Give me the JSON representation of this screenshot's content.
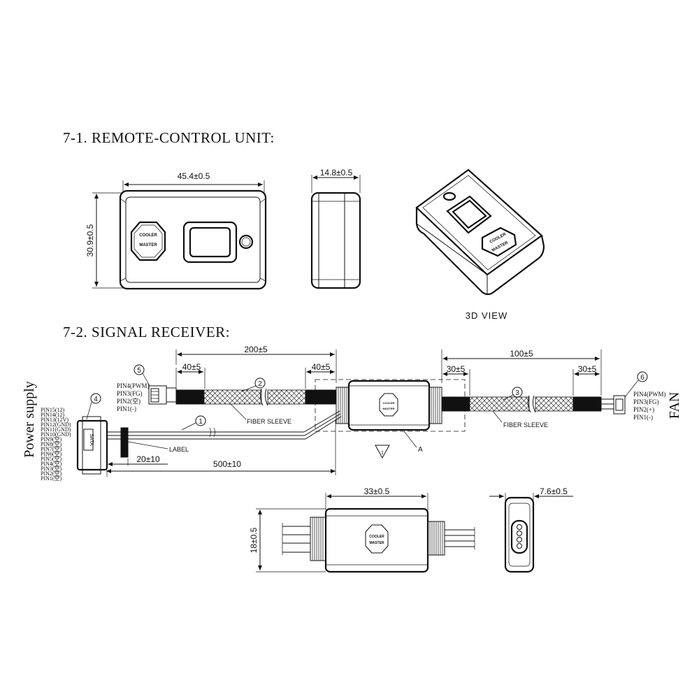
{
  "sections": {
    "remote_title": "7-1. REMOTE-CONTROL UNIT:",
    "receiver_title": "7-2. SIGNAL RECEIVER:"
  },
  "remote": {
    "width_dim": "45.4±0.5",
    "height_dim": "30.9±0.5",
    "depth_dim": "14.8±0.5",
    "view_label": "3D VIEW",
    "logo_text": "COOLER MASTER"
  },
  "receiver": {
    "dim_200": "200±5",
    "dim_40_left": "40±5",
    "dim_40_right": "40±5",
    "dim_100": "100±5",
    "dim_30_left": "30±5",
    "dim_30_right": "30±5",
    "dim_20": "20±10",
    "dim_500": "500±10",
    "fiber_left": "FIBER SLEEVE",
    "fiber_right": "FIBER SLEEVE",
    "label_text": "LABEL",
    "detail_mark": "A",
    "triangle_mark": "1",
    "connector_tag": "SATA",
    "callouts": [
      "1",
      "2",
      "3",
      "4",
      "5",
      "6"
    ],
    "power_supply": "Power supply",
    "fan": "FAN",
    "pins_left": [
      "PIN4(PWM)",
      "PIN3(FG)",
      "PIN2(空)",
      "PIN1(-)"
    ],
    "pins_right": [
      "PIN4(PWM)",
      "PIN3(FG)",
      "PIN2(+)",
      "PIN1(-)"
    ],
    "sata_pins": [
      "PIN15(12)",
      "PIN14(12)",
      "PIN13(12V)",
      "PIN12(GND)",
      "PIN11(GND)",
      "PIN10(GND)",
      "PIN9(空)",
      "PIN8(空)",
      "PIN7(空)",
      "PIN6(空)",
      "PIN5(空)",
      "PIN4(空)",
      "PIN3(空)",
      "PIN2(空)",
      "PIN1(空)"
    ],
    "body_width_dim": "33±0.5",
    "body_height_dim": "18±0.5",
    "body_depth_dim": "7.6±0.5"
  }
}
